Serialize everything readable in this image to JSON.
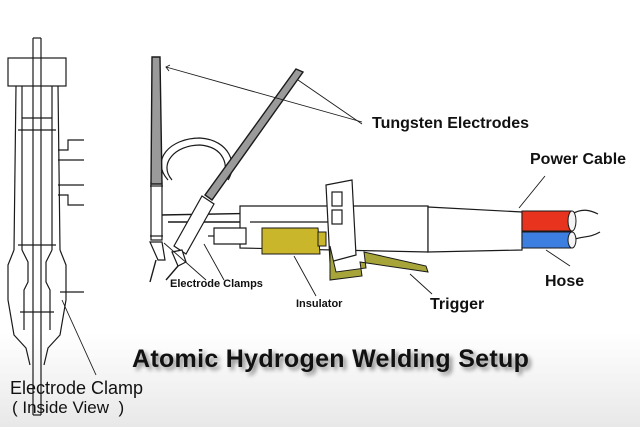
{
  "title": "Atomic Hydrogen Welding Setup",
  "labels": {
    "tungsten_electrodes": "Tungsten Electrodes",
    "power_cable": "Power Cable",
    "hose": "Hose",
    "trigger": "Trigger",
    "electrode_clamps": "Electrode Clamps",
    "insulator": "Insulator",
    "electrode_clamp_line1": "Electrode Clamp",
    "electrode_clamp_line2": "( Inside View  )"
  },
  "colors": {
    "power_cable": "#e8331e",
    "hose": "#3d7fe0",
    "insulator": "#c9b62a",
    "trigger": "#a7a53a",
    "line": "#1a1a1a"
  }
}
